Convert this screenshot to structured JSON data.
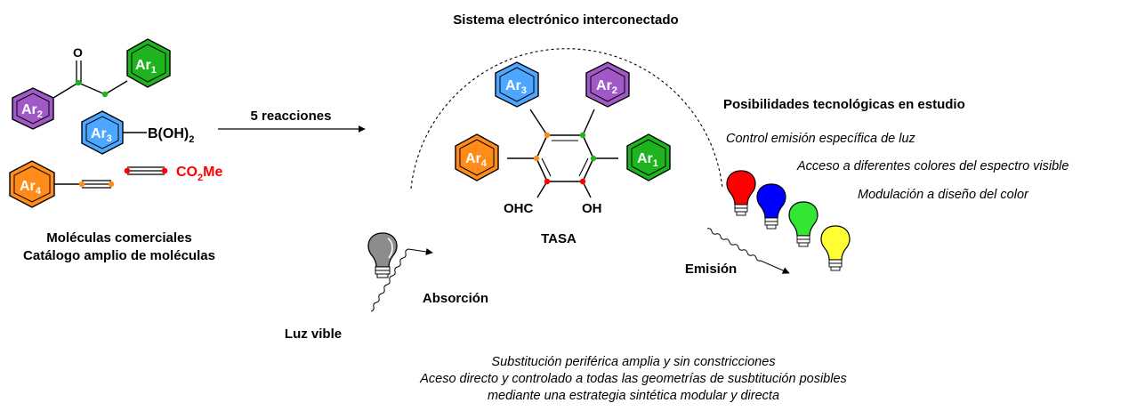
{
  "colors": {
    "green": "#1db41d",
    "purple": "#a259c8",
    "blue": "#4da6ff",
    "orange": "#ff8c1a",
    "red": "#ff0000",
    "yellow": "#ffff33"
  },
  "icons": [
    "lightbulb-icon",
    "wavy-arrow-icon"
  ],
  "molecules": {
    "ketone": {
      "o": "O",
      "ar1": "Ar",
      "ar1_sub": "1",
      "ar2": "Ar",
      "ar2_sub": "2"
    },
    "boronic": {
      "ar": "Ar",
      "ar_sub": "3",
      "group": "B(OH)",
      "group_sub": "2"
    },
    "alkyne": {
      "ar": "Ar",
      "ar_sub": "4"
    },
    "ester": {
      "co": "CO",
      "co_sub": "2",
      "me": "Me"
    },
    "caption_1": "Moléculas comerciales",
    "caption_2": "Catálogo amplio de moléculas"
  },
  "reaction": {
    "label": "5 reacciones"
  },
  "tasa": {
    "header": "Sistema electrónico interconectado",
    "ar": "Ar",
    "ar1_sub": "1",
    "ar2_sub": "2",
    "ar3_sub": "3",
    "ar4_sub": "4",
    "ohc": "OHC",
    "oh": "OH",
    "name": "TASA"
  },
  "light": {
    "luz": "Luz vible",
    "absorcion": "Absorción",
    "emision": "Emisión"
  },
  "possibilities": {
    "title": "Posibilidades tecnológicas en estudio",
    "items": [
      "Control emisión específica de luz",
      "Acceso a diferentes colores del espectro visible",
      "Modulación a diseño del color"
    ]
  },
  "footer": [
    "Substitución periférica amplia y sin constricciones",
    "Aceso directo y controlado a todas las geometrías de susbtitución posibles",
    "mediante una estrategia sintética modular y directa"
  ]
}
